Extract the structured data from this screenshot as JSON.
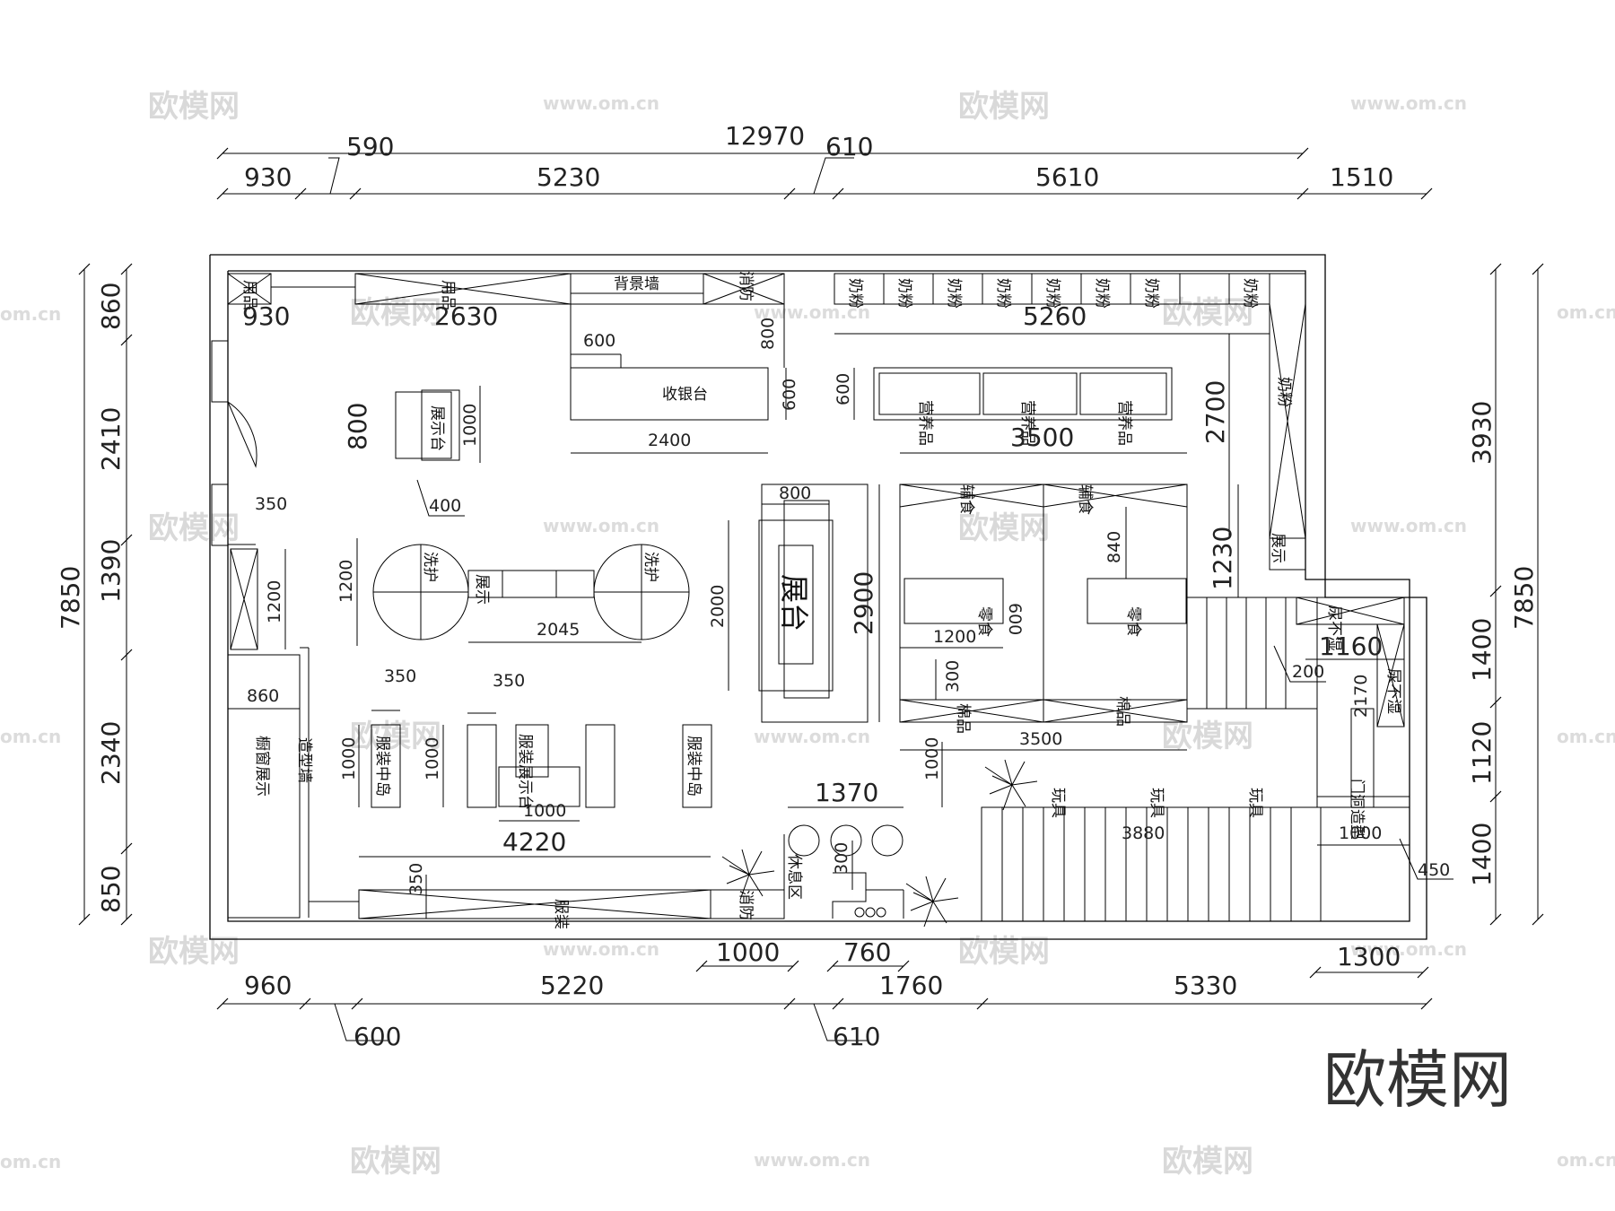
{
  "watermark": {
    "text": "欧模网",
    "url": "www.om.cn",
    "url_short": "om.cn"
  },
  "brand": "欧模网",
  "top_dims": {
    "total": "12970",
    "seg": [
      "930",
      "5230",
      "5610",
      "1510"
    ],
    "lead_a": "590",
    "lead_b": "610"
  },
  "bottom_dims": {
    "seg": [
      "960",
      "5220",
      "1760",
      "5330"
    ],
    "lead_a": "600",
    "lead_b": "610",
    "door_a": "1000",
    "door_b": "760",
    "door_c": "1300"
  },
  "left_dims": {
    "total": "7850",
    "seg": [
      "860",
      "2410",
      "1390",
      "2340",
      "850"
    ]
  },
  "right_dims": {
    "total": "7850",
    "upper": "3930",
    "seg": [
      "1400",
      "1120",
      "1400"
    ]
  },
  "inner_dims": {
    "d930": "930",
    "d2630": "2630",
    "d5260": "5260",
    "d600a": "600",
    "d800a": "800",
    "d600b": "600",
    "d600c": "600",
    "d2400": "2400",
    "d3500a": "3500",
    "d2700": "2700",
    "d800b": "800",
    "d1000a": "1000",
    "d400": "400",
    "d350a": "350",
    "d1200a": "1200",
    "d2045": "2045",
    "d1200b": "1200",
    "d800c": "800",
    "d2000": "2000",
    "d2900": "2900",
    "d840": "840",
    "d600d": "600",
    "d1200c": "1200",
    "d300a": "300",
    "d1230": "1230",
    "d1160": "1160",
    "d200": "200",
    "d2170": "2170",
    "d3500b": "3500",
    "d1000b": "1000",
    "d860": "860",
    "d350b": "350",
    "d350c": "350",
    "d1000c": "1000",
    "d1000d": "1000",
    "d1000e": "1000",
    "d4220": "4220",
    "d1370": "1370",
    "d350d": "350",
    "d300b": "300",
    "d3880": "3880",
    "d1000f": "1000",
    "d450": "450"
  },
  "labels": {
    "yongpin": "用品",
    "beijingqiang": "背景墙",
    "xiaofang": "消防",
    "naifen": "奶粉",
    "shouyintai": "收银台",
    "yingyangpin": "营养品",
    "zhanshitai": "展示台",
    "xihu": "洗护",
    "zhanshi": "展示",
    "zhantai": "展台",
    "fushi": "辅食",
    "lingshi": "零食",
    "mianpin": "棉品",
    "niaobushi": "尿不湿",
    "chuchuangzhanshi": "橱窗展示",
    "zaoxingqiang": "造型墙",
    "fuzhuangzhongdao": "服装中岛",
    "fuzhuangzhanshitai": "服装展示台",
    "fuzhuang": "服装",
    "xiuxiqu": "休息区",
    "wanju": "玩具",
    "mendongzaoxing": "门洞造型"
  }
}
